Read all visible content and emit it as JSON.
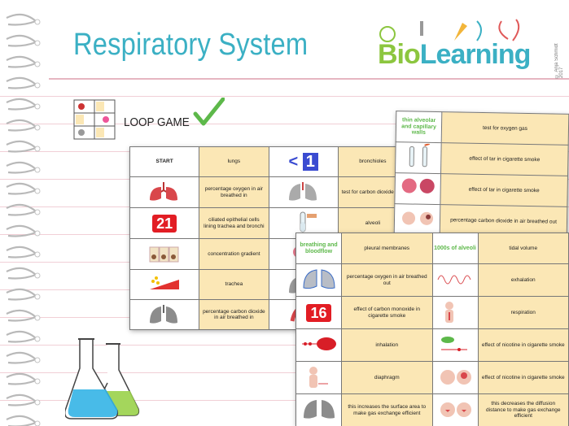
{
  "header": {
    "title": "Respiratory System",
    "logo_part1": "Bio",
    "logo_part2": "Learning",
    "logo_copyright": "© Anja Schmidt 2017"
  },
  "loop": {
    "label": "LOOP GAME"
  },
  "sheet1": {
    "rows": [
      {
        "a": "START",
        "b": "lungs",
        "c_num": "1",
        "c_prefix": "<",
        "d": "bronchioles"
      },
      {
        "a_icon": "lungs-icon",
        "b": "percentage oxygen in air breathed in",
        "c_icon": "lungs-grey-icon",
        "d": "test for carbon dioxide gas"
      },
      {
        "a_num": "21",
        "b": "ciliated epithelial cells lining trachea and bronchi",
        "c_icon": "test-tube-icon",
        "d": "alveoli"
      },
      {
        "a_icon": "epithelial-cells-icon",
        "b": "concentration gradient",
        "c_icon": "alveoli-icon",
        "d": ""
      },
      {
        "a_icon": "gradient-icon",
        "b": "trachea",
        "c_icon": "lungs-grey-icon",
        "d": ""
      },
      {
        "a_icon": "lungs-grey-icon",
        "b": "percentage carbon dioxide in air breathed in",
        "c_icon": "blood-vessel-icon",
        "d": ""
      }
    ]
  },
  "sheet2": {
    "rows": [
      {
        "a_label": "thin alveolar and capillary walls",
        "b": "test for oxygen gas"
      },
      {
        "a_icon": "glowing-splint-icon",
        "b": "effect of tar in cigarette smoke"
      },
      {
        "a_icon": "emphysema-icon",
        "b": "effect of tar in cigarette smoke"
      },
      {
        "a_icon": "cancer-icon",
        "b": "percentage carbon dioxide in air breathed out"
      }
    ]
  },
  "sheet3": {
    "rows": [
      {
        "a_label": "breathing and bloodflow",
        "b": "pleural membranes",
        "c_label": "1000s of alveoli",
        "d": "tidal volume"
      },
      {
        "a_icon": "lungs-blue-icon",
        "b": "percentage oxygen in air breathed out",
        "c_icon": "wave-icon",
        "d": "exhalation"
      },
      {
        "a_num": "16",
        "b": "effect of carbon monoxide in cigarette smoke",
        "c_icon": "ribcage-icon",
        "d": "respiration"
      },
      {
        "a_icon": "red-blood-cell-icon",
        "b": "inhalation",
        "c_icon": "nicotine-icon",
        "d": "effect of nicotine in cigarette smoke"
      },
      {
        "a_icon": "diaphragm-icon",
        "b": "diaphragm",
        "c_icon": "heads-icon",
        "d": "effect of nicotine in cigarette smoke"
      },
      {
        "a_icon": "lungs-grey-icon",
        "b": "this increases the surface area to make gas exchange efficient",
        "c_icon": "heart-attack-icon",
        "d": "this decreases the diffusion distance to make gas exchange efficient"
      }
    ]
  },
  "colors": {
    "title": "#3bb0c4",
    "card_answer_bg": "#fbe7b5",
    "green": "#5db84a",
    "number_red": "#e21d24"
  }
}
